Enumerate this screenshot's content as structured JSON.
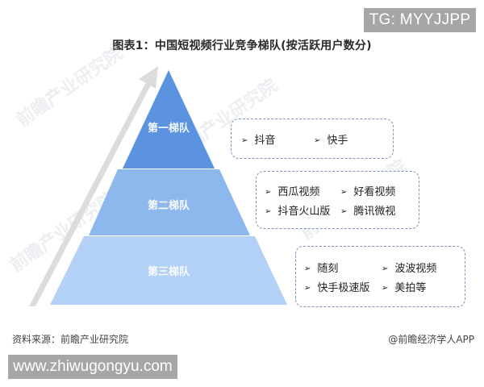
{
  "watermark_badge": "TG: MYYJJPP",
  "title": "图表1：中国短视频行业竞争梯队(按活跃用户数分)",
  "colors": {
    "tier1": "#5b93e0",
    "tier2": "#8db8ee",
    "tier3": "#b3d0f6",
    "arrow": "#d9d9d9",
    "box_border": "#7f93b5",
    "badge_bg": "#a6a6a6"
  },
  "tiers": [
    {
      "label": "第一梯队",
      "items": [
        "抖音",
        "快手"
      ]
    },
    {
      "label": "第二梯队",
      "items": [
        "西瓜视频",
        "好看视频",
        "抖音火山版",
        "腾讯微视"
      ]
    },
    {
      "label": "第三梯队",
      "items": [
        "随刻",
        "波波视频",
        "快手极速版",
        "美拍等"
      ]
    }
  ],
  "bullet_glyph": "➢",
  "footer": {
    "source": "资料来源：前瞻产业研究院",
    "credit": "@前瞻经济学人APP"
  },
  "site_badge": "www.zhiwugongyu.com",
  "background_watermark": "前瞻产业研究院"
}
